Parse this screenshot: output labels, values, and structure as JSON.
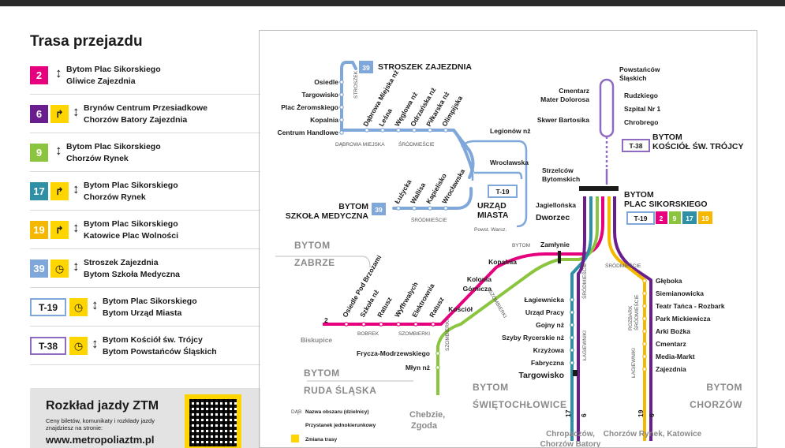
{
  "legend": {
    "title": "Trasa przejazdu",
    "routes": [
      {
        "line": "2",
        "color": "#e6007e",
        "from": "Bytom Plac Sikorskiego",
        "to": "Gliwice Zajezdnia",
        "icon": "updown-arrow-icon"
      },
      {
        "line": "6",
        "color": "#6a1d8c",
        "from": "Brynów Centrum Przesiadkowe",
        "to": "Chorzów Batory Zajezdnia",
        "icon": "route-change-icon"
      },
      {
        "line": "9",
        "color": "#8bc53f",
        "from": "Bytom Plac Sikorskiego",
        "to": "Chorzów Rynek",
        "icon": "updown-arrow-icon"
      },
      {
        "line": "17",
        "color": "#2f8fa5",
        "from": "Bytom Plac Sikorskiego",
        "to": "Chorzów Rynek",
        "icon": "route-change-icon"
      },
      {
        "line": "19",
        "color": "#f5b800",
        "from": "Bytom Plac Sikorskiego",
        "to": "Katowice Plac Wolności",
        "icon": "route-change-icon"
      },
      {
        "line": "39",
        "color": "#7fa7d9",
        "from": "Stroszek Zajezdnia",
        "to": "Bytom Szkoła Medyczna",
        "icon": "clock-icon"
      },
      {
        "line": "T-19",
        "color": "#7fa7d9",
        "from": "Bytom Plac Sikorskiego",
        "to": "Bytom Urząd Miasta",
        "icon": "clock-icon"
      },
      {
        "line": "T-38",
        "color": "#8e6ac0",
        "from": "Bytom Kościół św. Trójcy",
        "to": "Bytom Powstańców Śląskich",
        "icon": "clock-icon"
      }
    ],
    "promo": {
      "title": "Rozkład jazdy ZTM",
      "text": "Ceny biletów, komunikaty i rozkłady jazdy znajdziesz na stronie:",
      "url": "www.metropoliaztm.pl"
    }
  },
  "map": {
    "cities": {
      "bytom_zabrze_1": "BYTOM",
      "bytom_zabrze_2": "ZABRZE",
      "bytom_ruda_1": "BYTOM",
      "bytom_ruda_2": "RUDA ŚLĄSKA",
      "bytom_swie_1": "BYTOM",
      "bytom_swie_2": "ŚWIĘTOCHŁOWICE",
      "bytom_chorzow_1": "BYTOM",
      "bytom_chorzow_2": "CHORZÓW"
    },
    "hubs": {
      "stroszek": "STROSZEK ZAJEZDNIA",
      "szkola1": "BYTOM",
      "szkola2": "SZKOŁA MEDYCZNA",
      "urzad1": "URZĄD",
      "urzad2": "MIASTA",
      "plac1": "BYTOM",
      "plac2": "PLAC SIKORSKIEGO",
      "kosciol1": "BYTOM",
      "kosciol2": "KOŚCIÓŁ ŚW. TRÓJCY",
      "dworzec": "Dworzec",
      "zamlynie": "Zamłynie",
      "zamlynie_pre": "BYTOM"
    },
    "badges": {
      "b39a": "39",
      "b39b": "39",
      "t19a": "T-19",
      "t19b": "T-19",
      "t38": "T-38",
      "l2": "2",
      "l9": "9",
      "l17": "17",
      "l19": "19"
    },
    "stations_39_left": [
      "Osiedle",
      "Targowisko",
      "Plac Żeromskiego",
      "Kopalnia",
      "Centrum Handlowe"
    ],
    "stations_39_diag": [
      "Dąbrowa Miejska nż",
      "Leśna",
      "Węglowa nż",
      "Odrzańska nż",
      "Piłkarska nż",
      "Olimpijska"
    ],
    "stations_39_south": [
      "Łużycka",
      "Wallisa",
      "Kapielisko",
      "Wrocławska"
    ],
    "stations_t19": {
      "legionow": "Legionów nż",
      "wroclawska": "Wrocławska",
      "strzelcow1": "Strzelców",
      "strzelcow2": "Bytomskich",
      "jagiellonska": "Jagiellońska",
      "powst": "Powst. Warsz."
    },
    "stations_t38": {
      "powst1": "Powstańców",
      "powst2": "Śląskich",
      "cmentarz1": "Cmentarz",
      "cmentarz2": "Mater Dolorosa",
      "rudzkiego": "Rudzkiego",
      "szpital": "Szpital Nr 1",
      "skwer": "Skwer Bartosika",
      "chrobrego": "Chrobrego"
    },
    "stations_2_diag": [
      "Osiedle Pod Brzozami",
      "Szkoła nż",
      "Ratusz",
      "Wyffrwalych",
      "Elektrownia",
      "Ratusz"
    ],
    "stations_2_right": {
      "kopalnia": "Kopalnia",
      "kolonia1": "Kolonia",
      "kolonia2": "Górnicza",
      "kosciol": "Kościół"
    },
    "stations_9": [
      "Frycza-Modrzewskiego",
      "Młyn nż"
    ],
    "stations_17": [
      "Łagiewnicka",
      "Urząd Pracy",
      "Gojny nż",
      "Szyby Rycerskie nż",
      "Krzyżowa",
      "Fabryczna"
    ],
    "targowisko": "Targowisko",
    "stations_19": [
      "Głęboka",
      "Siemianowicka",
      "Teatr Tańca - Rozbark",
      "Park Mickiewicza",
      "Arki Bożka",
      "Cmentarz",
      "Media-Markt",
      "Zajezdnia"
    ],
    "districts": {
      "dabrowa": "DĄBROWA MIEJSKA",
      "srod1": "ŚRÓDMIEŚCIE",
      "srod2": "ŚRÓDMIEŚCIE",
      "srod3": "ŚRÓDMIEŚCIE",
      "stroszek_v": "STROSZEK",
      "srod_t19": "ŚRÓDMIEŚCIE",
      "bobrek": "BOBREK",
      "szomb1": "SZOMBIERKI",
      "szomb2": "SZOMBIERKI",
      "szomb3": "SZOMBIERKI",
      "lagiew1": "ŁAGIEWNIKI",
      "srod_v": "ŚRÓDMIEŚCIE",
      "rozbark": "ROZBARK",
      "srod_v2": "ŚRÓDMIEŚCIE",
      "lagiew2": "ŁAGIEWNIKI",
      "srod_r": "ŚRÓDMIEŚCIE"
    },
    "terminals": {
      "biskupice": "Biskupice",
      "chebzie1": "Chebzie,",
      "chebzie2": "Zgoda",
      "chropaczow1": "Chropaczów,",
      "chropaczow2": "Chorzów Batory",
      "chorzow": "Chorzów Rynek, Katowice"
    },
    "map_legend": {
      "dab": "DĄB",
      "area": "Nazwa obszaru (dzielnicy)",
      "oneway": "Przystanek jednokierunkowy",
      "change": "Zmiana trasy"
    },
    "line_labels": {
      "l2_end": "2",
      "l17_end": "17",
      "l6_end": "6",
      "l19_end": "19",
      "l6b_end": "6"
    },
    "colors": {
      "l2": "#e6007e",
      "l6": "#6a1d8c",
      "l9": "#8bc53f",
      "l17": "#2f8fa5",
      "l19": "#f5b800",
      "l39": "#7fa7d9",
      "t38": "#8e6ac0"
    }
  }
}
